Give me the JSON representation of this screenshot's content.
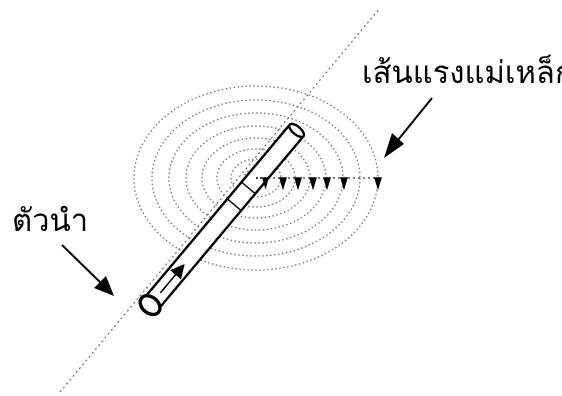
{
  "labels": {
    "field_lines": "เส้นแรงแม่เหล็ก",
    "conductor": "ตัวนำ"
  },
  "colors": {
    "ink": "#000000",
    "field_line": "#7a7a7a",
    "background": "#ffffff"
  },
  "icons": {
    "field_arrow": "arrowhead-down",
    "pointer": "pointer-arrow"
  }
}
